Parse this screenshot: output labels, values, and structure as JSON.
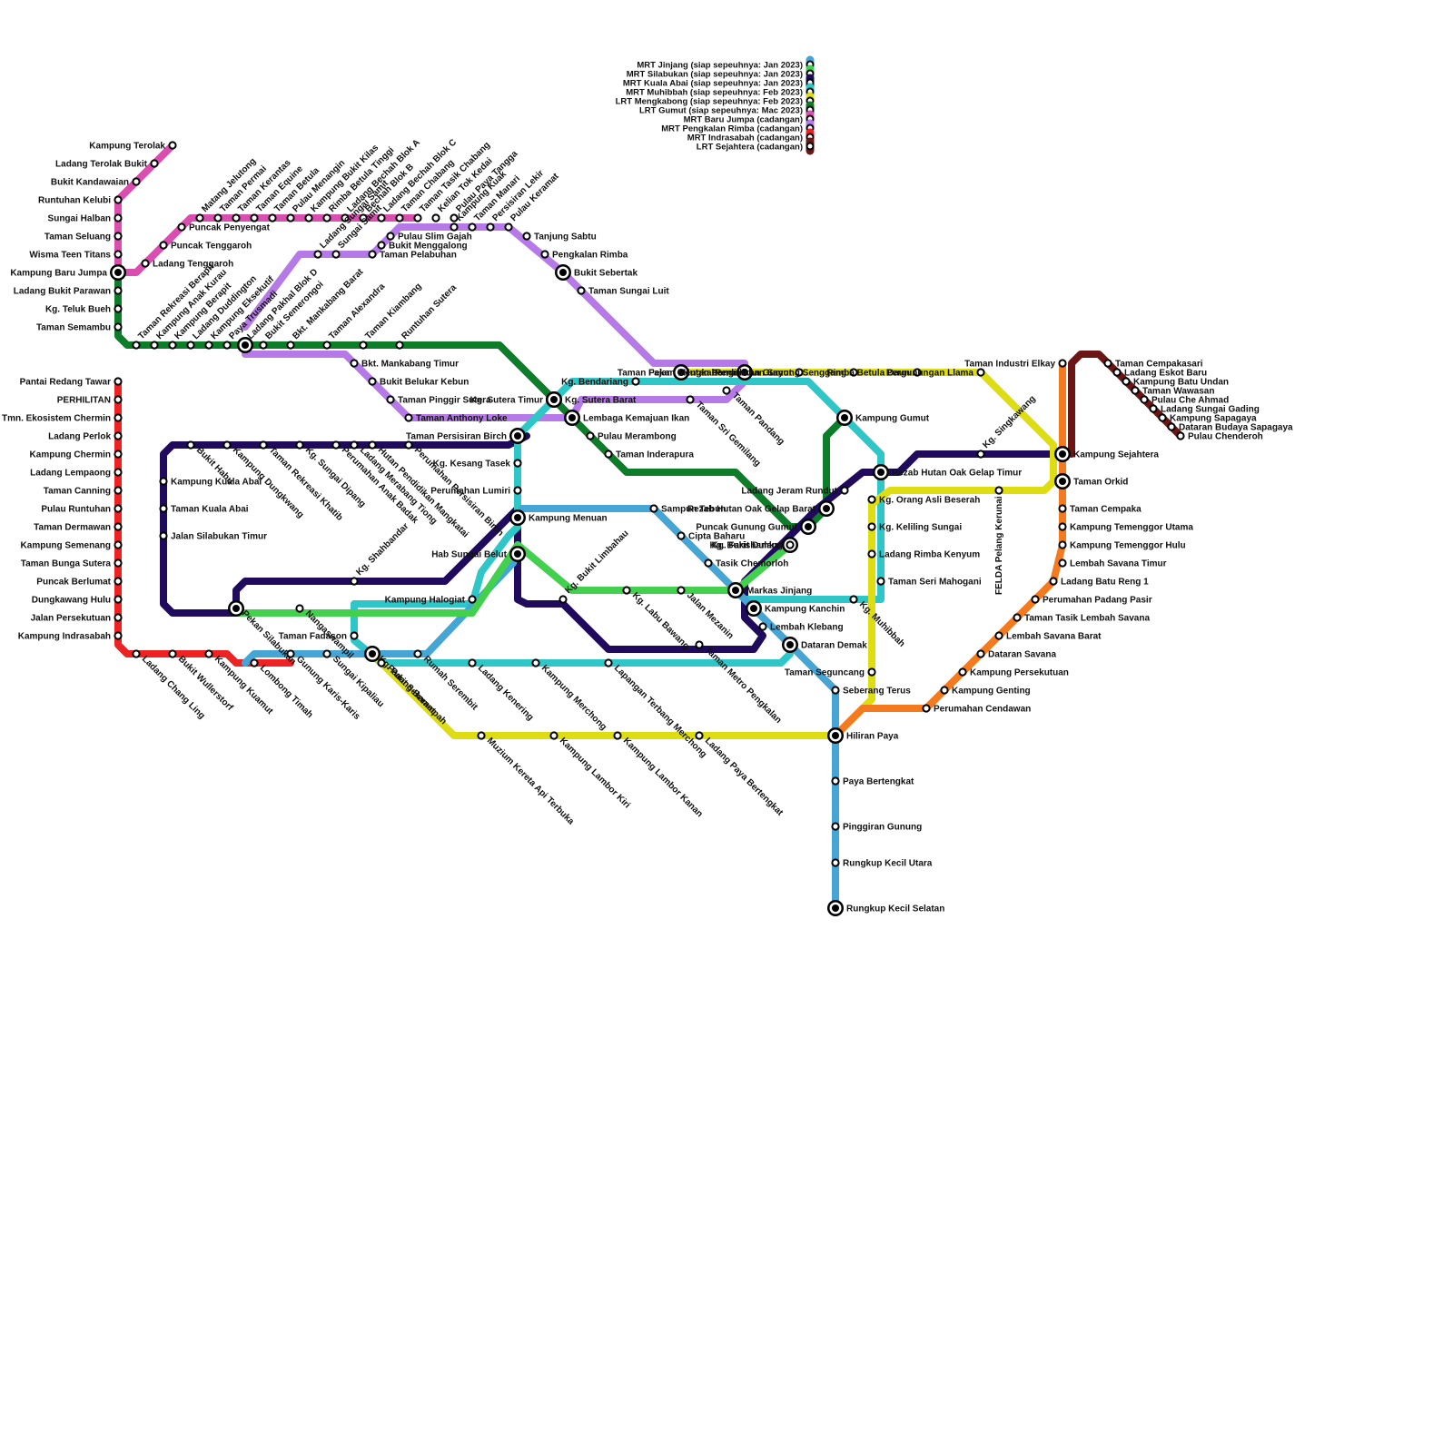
{
  "legend": [
    {
      "label": "MRT Jinjang (siap sepeuhnya: Jan 2023)",
      "color": "#45a6d6"
    },
    {
      "label": "MRT Silabukan  (siap sepeuhnya: Jan 2023)",
      "color": "#44d04f"
    },
    {
      "label": "MRT Kuala Abai  (siap sepeuhnya: Jan 2023)",
      "color": "#1f0a5c"
    },
    {
      "label": "MRT Muhibbah  (siap sepeuhnya: Feb 2023)",
      "color": "#2ec6c6"
    },
    {
      "label": "LRT Mengkabong  (siap sepeuhnya: Feb 2023)",
      "color": "#dedd12"
    },
    {
      "label": "LRT Gumut  (siap sepeuhnya: Mac 2023)",
      "color": "#0e7d2a"
    },
    {
      "label": "MRT Baru Jumpa  (cadangan)",
      "color": "#d94fb0"
    },
    {
      "label": "MRT Pengkalan Rimba  (cadangan)",
      "color": "#b57ae8"
    },
    {
      "label": "MRT Indrasabah  (cadangan)",
      "color": "#ee2222"
    },
    {
      "label": "LRT Sejahtera  (cadangan)",
      "color": "#6b1515"
    }
  ],
  "lines": {
    "jinjang": "#45a6d6",
    "silabukan": "#44d04f",
    "kuala_abai": "#1f0a5c",
    "muhibbah": "#2ec6c6",
    "mengkabong": "#dedd12",
    "gumut": "#0e7d2a",
    "baru_jumpa": "#d94fb0",
    "pengkalan_rimba": "#b57ae8",
    "indrasabah": "#ee2222",
    "sejahtera": "#6b1515",
    "orange": "#f47a1f"
  },
  "stations": {
    "baru_jumpa": [
      "Kampung Terolak",
      "Ladang Terolak Bukit",
      "Bukit Kandawaian",
      "Runtuhan Kelubi",
      "Sungai Halban",
      "Taman Seluang",
      "Wisma Teen Titans",
      "Kampung Baru Jumpa",
      "Ladang Tenggaroh",
      "Puncak Tenggaroh",
      "Puncak Penyengat",
      "Matang Jelutong",
      "Taman Permai",
      "Taman Kerantas",
      "Taman Equine",
      "Taman Betula",
      "Pulau Menangin",
      "Kampung Bukit Kilas",
      "Rimba Betula Tinggi",
      "Ladang Bechah Blok A",
      "Bechah Blok B",
      "Ladang Bechah Blok C",
      "Taman Chabang",
      "Taman Tasik Chabang",
      "Kelian Tok Kedai",
      "Pulau Paya Tangga"
    ],
    "gumut_west": [
      "Ladang Bukit Parawan",
      "Kg. Teluk Bueh",
      "Taman Semambu",
      "Taman Rekreasi Berapit",
      "Kampung Anak Kurau",
      "Kampung Berapit",
      "Ladang Duddington",
      "Kampung Eksekutif",
      "Paya Trusmadi",
      "Ladang Pakhal Blok D",
      "Bukit Semerongoi",
      "Bkt. Mankabang Barat",
      "Taman Alexandra",
      "Taman Kiambang",
      "Runtuhan Sutera"
    ],
    "pengkalan_rimba": [
      "Ladang Sungai Samit",
      "Sungai Samit",
      "Taman Pelabuhan",
      "Bukit Menggalong",
      "Pulau Slim Gajah",
      "Kampung Kuak",
      "Taman Manari",
      "Persisiran Lekir",
      "Pulau Keramat",
      "Tanjung Sabtu",
      "Pengkalan Rimba",
      "Bukit Sebertak",
      "Taman Sungai Luit",
      "Bkt. Mankabang Timur",
      "Bukit Belukar Kebun",
      "Taman Pinggir Sutera",
      "Taman Anthony Loke"
    ],
    "indrasabah": [
      "Pantai Redang Tawar",
      "PERHILITAN",
      "Tmn. Ekosistem Chermin",
      "Ladang Perlok",
      "Kampung Chermin",
      "Ladang Lempaong",
      "Taman Canning",
      "Pulau Runtuhan",
      "Taman Dermawan",
      "Kampung Semenang",
      "Taman Bunga Sutera",
      "Puncak Berlumat",
      "Dungkawang Hulu",
      "Jalan Persekutuan",
      "Kampung Indrasabah",
      "Ladang Chang Ling",
      "Bukit Wullerstorf",
      "Kampung Kuamut",
      "Lombong Timah"
    ],
    "kuala_abai": [
      "Kampung Kuala Abai",
      "Taman Kuala Abai",
      "Jalan Silabukan Timur",
      "Bukit Habu",
      "Kampung Dungkwang",
      "Taman Rekreasi Khatib",
      "Kg. Sungai Dipang",
      "Perumahan Anak Badak",
      "Hutan Pendidikan Mangkatai",
      "Ladang Merabang Tiong",
      "Perumahan Persisiran Birch",
      "Taman Persisiran Birch",
      "Kg. Shahbandar",
      "Pekan Silabukan",
      "Kg. Bukit Limbahau",
      "Taman Metro Pengkalan",
      "Kg. Singkawang",
      "Rezab Hutan Oak Gelap Timur"
    ],
    "muhibbah": [
      "Kg. Kesang Tasek",
      "Perumahan Lumiri",
      "Kampung Menuan",
      "Hab Sungai Belut",
      "Kampung Halogiat",
      "Taman Fadason",
      "Kg. Parit Sekamat",
      "Rumah Serembit",
      "Ladang Kenering",
      "Kampung Merchong",
      "Lapangan Terbang Merchong",
      "Kg. Sutera Timur",
      "Kg. Bendariang",
      "Taman Fajar",
      "Pekan Mengkabong",
      "Kampung Gumut",
      "Kg. Orang Asli Beserah",
      "Kg. Keliling Sungai",
      "Ladang Rimba Kenyum",
      "Taman Seri Mahogani",
      "Kg. Muhibbah",
      "Lembah Klebang",
      "Dataran Demak"
    ],
    "jinjang": [
      "Sampun Tebun",
      "Cipta Baharu",
      "Tasik Chemorloh",
      "Markas Jinjang",
      "Kampung Kanchin",
      "Taman Seguncang",
      "Seberang Terus",
      "Hiliran Paya",
      "Paya Bertengkat",
      "Pinggiran Gunung",
      "Rungkup Kecil Utara",
      "Rungkup Kecil Selatan",
      "Gunung Karis-Karis",
      "Sungai Kipaliau"
    ],
    "silabukan": [
      "Nangaswampil",
      "Kg. Labu Bawang",
      "Jalan Mezanin"
    ],
    "mengkabong": [
      "Padang Berampah",
      "Muzium Kereta Api Terbuka",
      "Kampung Lambor Kiri",
      "Kampung Lambor Kanan",
      "Ladang Paya Bertengkat",
      "Hutan Pendidikan Gumut",
      "Perumahan Sayong Senggang",
      "Rimba Betula Daun",
      "Pergunungan Llama",
      "FELDA Pelang Kerunai"
    ],
    "gumut_east": [
      "Kg. Sutera Barat",
      "Lembaga Kemajuan Ikan",
      "Pulau Merambong",
      "Taman Inderapura",
      "Taman Sri Gemilang",
      "Taman Pandang",
      "Kg. Farishamka",
      "Puncak Gunung Gumut",
      "Kg. Bukit Dulang",
      "Rezab Hutan Oak Gelap Barat",
      "Ladang Jeram Rundut"
    ],
    "sejahtera": [
      "Taman Industri Elkay",
      "Taman Cempakasari",
      "Ladang Eskot Baru",
      "Kampung Batu Undan",
      "Taman Wawasan",
      "Pulau Che Ahmad",
      "Ladang Sungai Gading",
      "Kampung Sapagaya",
      "Dataran Budaya Sapagaya",
      "Pulau Chenderoh"
    ],
    "orange": [
      "Kampung Sejahtera",
      "Taman Orkid",
      "Taman Cempaka",
      "Kampung Temenggor Utama",
      "Kampung Temenggor Hulu",
      "Lembah Savana Timur",
      "Ladang Batu Reng 1",
      "Perumahan Padang Pasir",
      "Taman Tasik Lembah Savana",
      "Lembah Savana Barat",
      "Dataran Savana",
      "Kampung Persekutuan",
      "Kampung Genting",
      "Perumahan Cendawan"
    ]
  }
}
